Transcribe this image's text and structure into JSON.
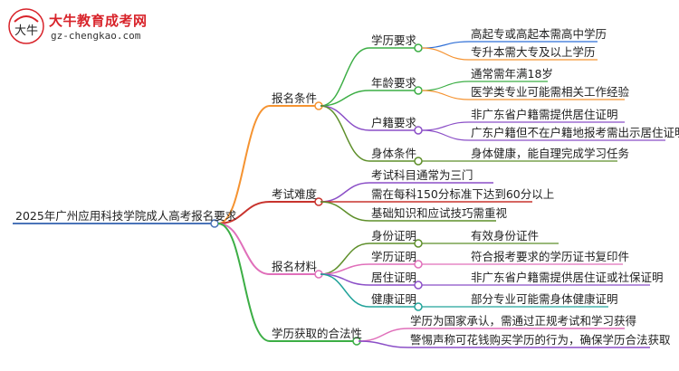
{
  "brand": {
    "title": "大牛教育成考网",
    "url": "gz-chengkao.com",
    "mark_text": "大牛"
  },
  "colors": {
    "root": "#4a74b8",
    "branch1": "#f59331",
    "branch2": "#c8332d",
    "branch3": "#e06fba",
    "branch4": "#3cae45",
    "sub_blue": "#2f6fd6",
    "sub_green": "#3cae45",
    "sub_purple": "#8b4fc7",
    "sub_olive": "#5e8f2a",
    "sub_red": "#c8332d",
    "sub_teal": "#22a39a",
    "sub_pink": "#e06fba"
  },
  "mindmap": {
    "root": "2025年广州应用科技学院成人高考报名要求",
    "branches": [
      {
        "label": "报名条件",
        "children": [
          {
            "label": "学历要求",
            "leaves": [
              "高起专或高起本需高中学历",
              "专升本需大专及以上学历"
            ]
          },
          {
            "label": "年龄要求",
            "leaves": [
              "通常需年满18岁",
              "医学类专业可能需相关工作经验"
            ]
          },
          {
            "label": "户籍要求",
            "leaves": [
              "非广东省户籍需提供居住证明",
              "广东户籍但不在户籍地报考需出示居住证明"
            ]
          },
          {
            "label": "身体条件",
            "leaves": [
              "身体健康，能自理完成学习任务"
            ]
          }
        ]
      },
      {
        "label": "考试难度",
        "leaves": [
          "考试科目通常为三门",
          "需在每科150分标准下达到60分以上",
          "基础知识和应试技巧需重视"
        ]
      },
      {
        "label": "报名材料",
        "children": [
          {
            "label": "身份证明",
            "leaves": [
              "有效身份证件"
            ]
          },
          {
            "label": "学历证明",
            "leaves": [
              "符合报考要求的学历证书复印件"
            ]
          },
          {
            "label": "居住证明",
            "leaves": [
              "非广东省户籍需提供居住证或社保证明"
            ]
          },
          {
            "label": "健康证明",
            "leaves": [
              "部分专业可能需身体健康证明"
            ]
          }
        ]
      },
      {
        "label": "学历获取的合法性",
        "leaves": [
          "学历为国家承认，需通过正规考试和学习获得",
          "警惕声称可花钱购买学历的行为，确保学历合法获取"
        ]
      }
    ]
  }
}
